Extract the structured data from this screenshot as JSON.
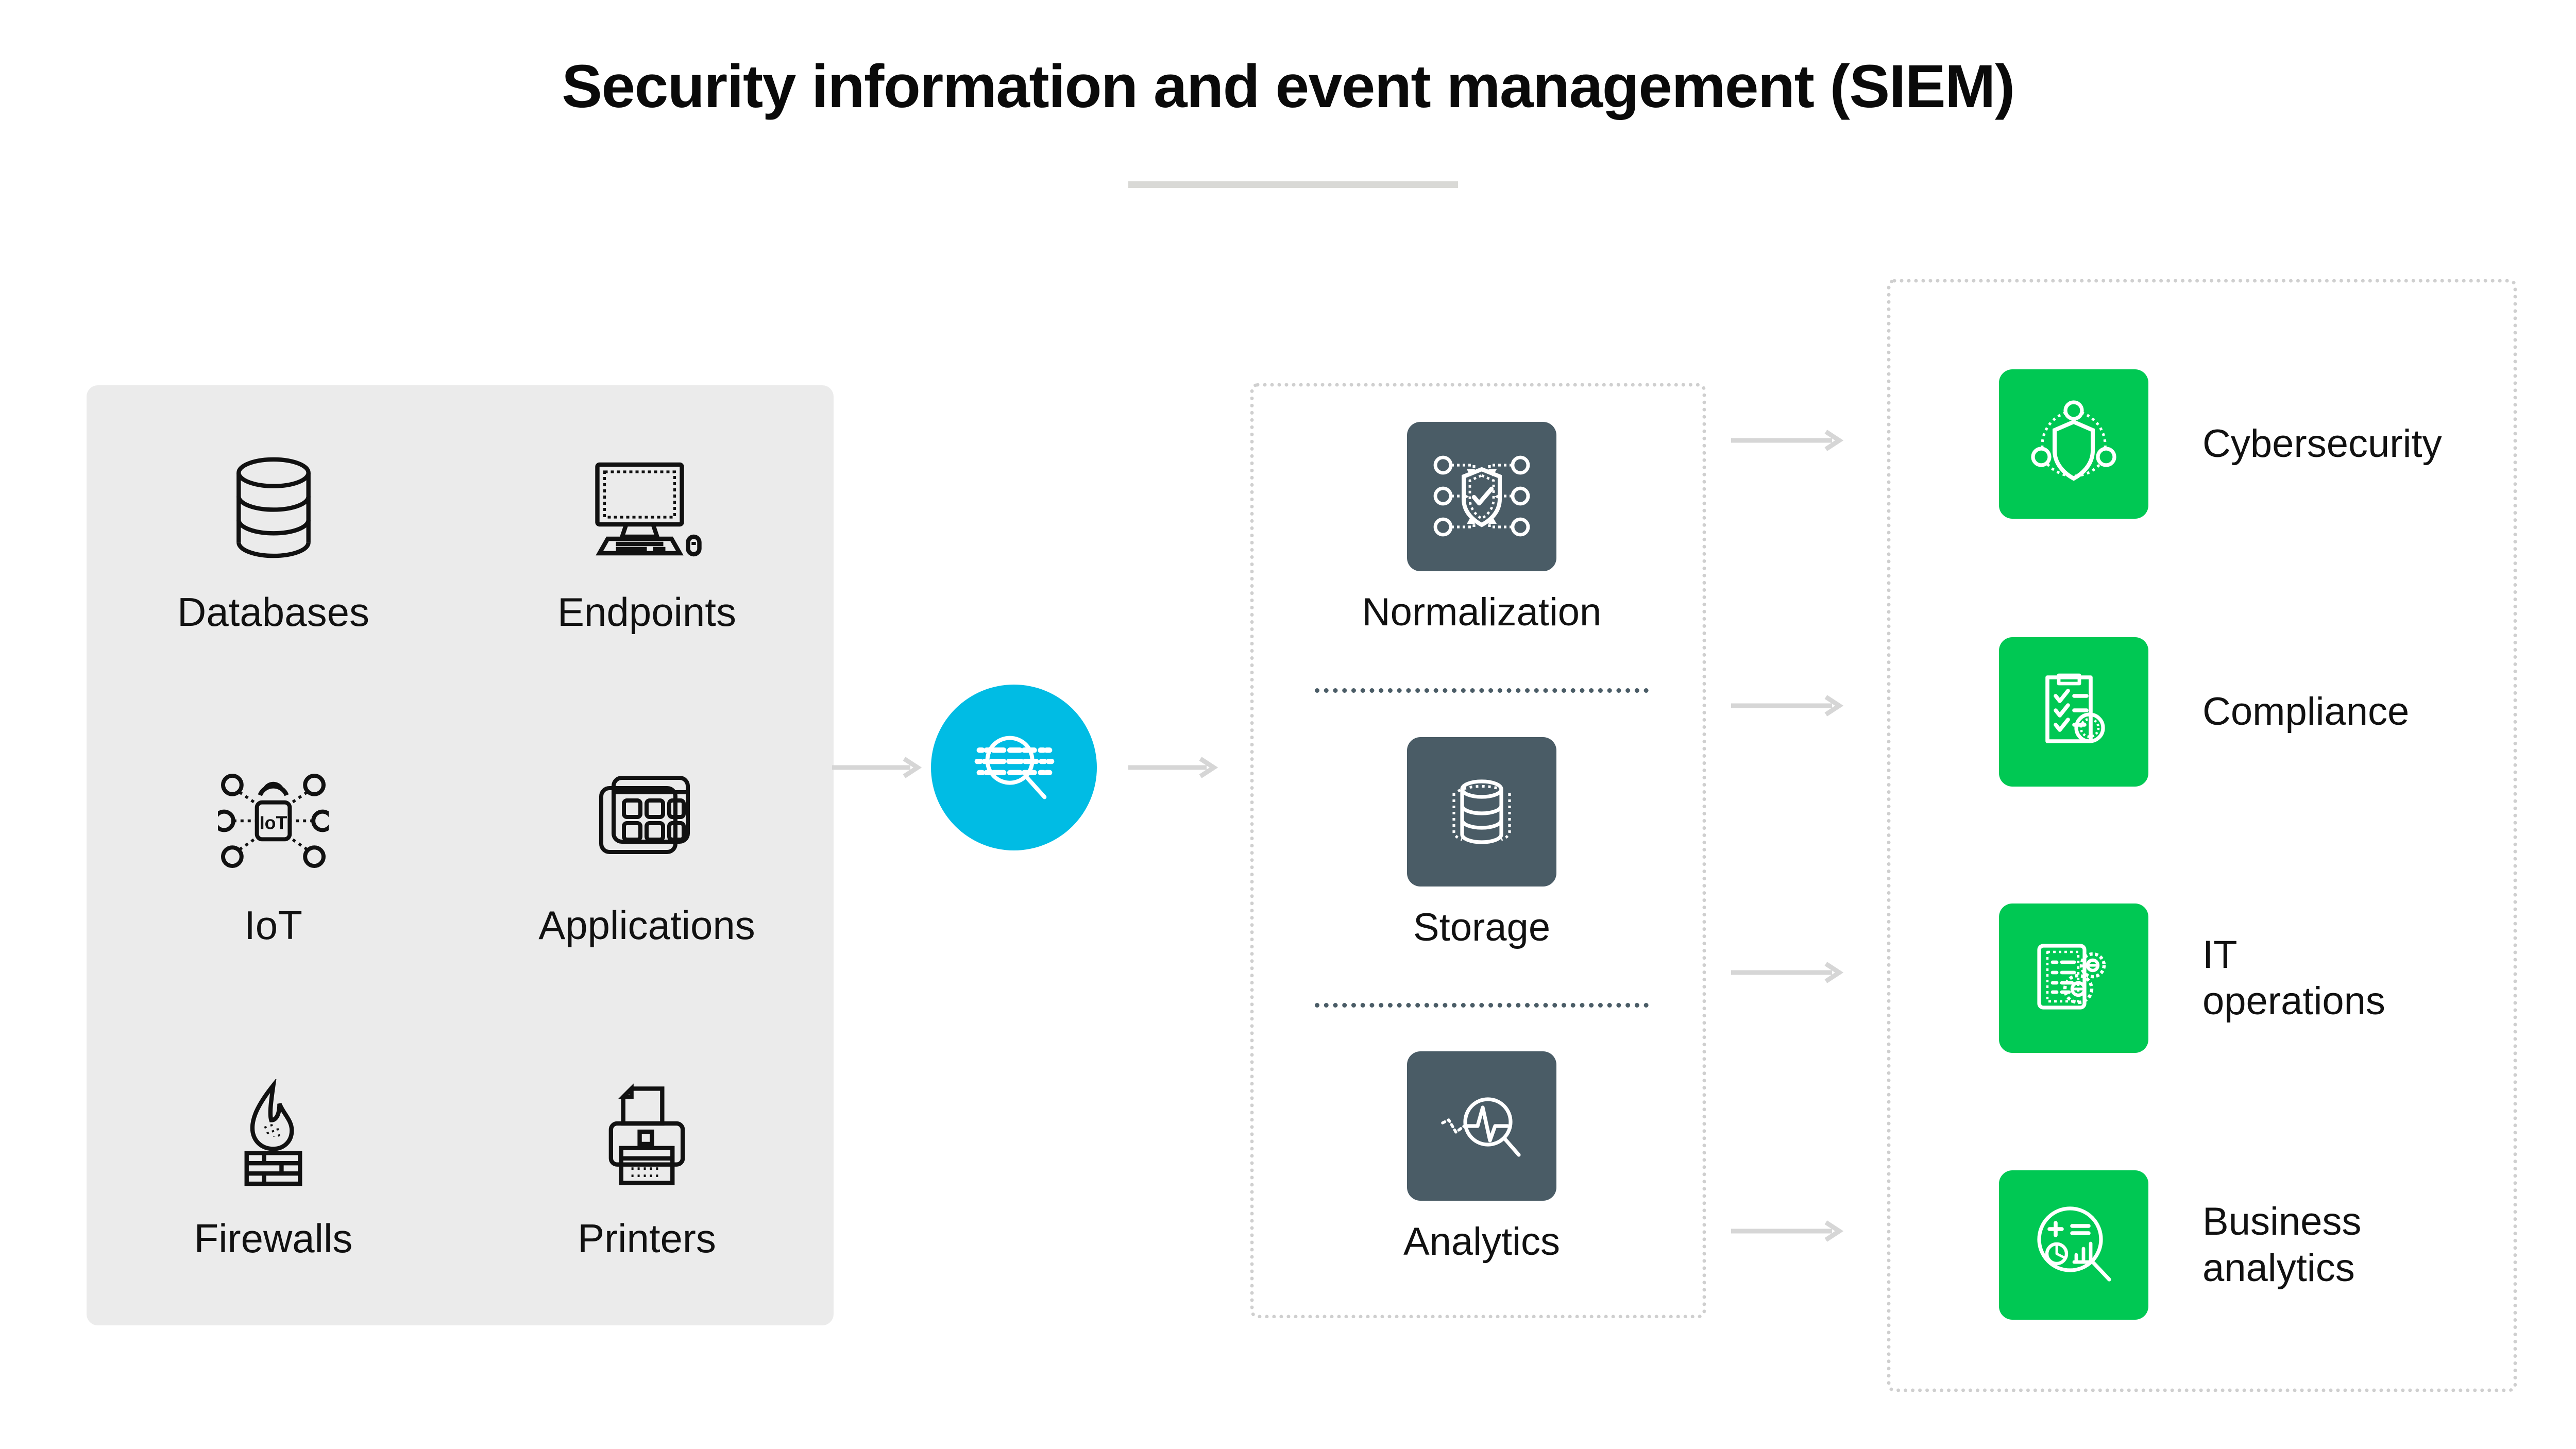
{
  "title": "Security information and event management (SIEM)",
  "colors": {
    "hub": "#00bce4",
    "stage_tile": "#4a5c66",
    "outcome_tile": "#00c853",
    "panel_bg": "#ebebeb",
    "border_dotted": "#cfcfcf",
    "title_rule": "#d9d9d6",
    "text": "#111111"
  },
  "sources": {
    "items": [
      {
        "label": "Databases",
        "icon": "database-icon"
      },
      {
        "label": "Endpoints",
        "icon": "desktop-computer-icon"
      },
      {
        "label": "IoT",
        "icon": "iot-device-icon"
      },
      {
        "label": "Applications",
        "icon": "applications-grid-icon"
      },
      {
        "label": "Firewalls",
        "icon": "firewall-flame-icon"
      },
      {
        "label": "Printers",
        "icon": "printer-icon"
      }
    ]
  },
  "hub": {
    "icon": "magnifying-glass-logs-icon"
  },
  "pipeline": {
    "stages": [
      {
        "label": "Normalization",
        "icon": "shield-check-nodes-icon"
      },
      {
        "label": "Storage",
        "icon": "database-cylinder-icon"
      },
      {
        "label": "Analytics",
        "icon": "magnifier-waveform-icon"
      }
    ]
  },
  "outcomes": {
    "items": [
      {
        "label": "Cybersecurity",
        "icon": "shield-network-icon"
      },
      {
        "label": "Compliance",
        "icon": "clipboard-check-seal-icon"
      },
      {
        "label": "IT\noperations",
        "icon": "document-gears-icon"
      },
      {
        "label": "Business\nanalytics",
        "icon": "magnifier-charts-icon"
      }
    ]
  },
  "arrows": {
    "sources_to_hub": "arrow-right",
    "hub_to_pipeline": "arrow-right",
    "pipeline_to_outcomes": [
      "arrow-right",
      "arrow-right",
      "arrow-right",
      "arrow-right"
    ]
  }
}
